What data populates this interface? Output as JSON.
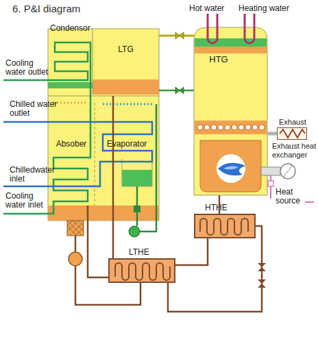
{
  "diagram": {
    "title": "6. P&I diagram",
    "nodes": [
      {
        "text": [
          "Condensor"
        ]
      },
      {
        "text": [
          "LTG"
        ]
      },
      {
        "text": [
          "Absober"
        ]
      },
      {
        "text": [
          "Evaporator"
        ]
      },
      {
        "text": [
          "HTG"
        ]
      },
      {
        "text": [
          "Exhaust",
          "Exhaust heat exchanger"
        ]
      },
      {
        "text": [
          "HTHE"
        ]
      },
      {
        "text": [
          "LTHE"
        ]
      }
    ],
    "edges": [
      {
        "from": 4,
        "to": 1,
        "arrow": "none"
      },
      {
        "from": 4,
        "to": 6,
        "arrow": "none"
      },
      {
        "from": 6,
        "to": 7,
        "arrow": "none"
      },
      {
        "from": 7,
        "to": 2,
        "arrow": "none"
      },
      {
        "from": 5,
        "to": 4,
        "arrow": "none"
      }
    ],
    "labels": [
      "Hot water",
      "Heating water",
      "Cooling water outlet",
      "Chilled water outlet",
      "Chilledwater inlet",
      "Cooling water inlet",
      "Heat source"
    ]
  }
}
